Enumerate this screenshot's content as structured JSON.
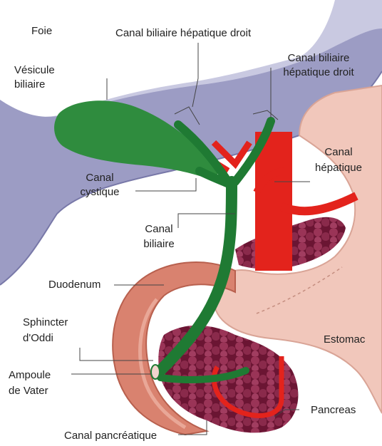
{
  "labels": {
    "foie": "Foie",
    "canal_hepatique_droit_top": "Canal biliaire hépatique droit",
    "vesicule_1": "Vésicule",
    "vesicule_2": "biliaire",
    "canal_hepatique_droit_right_1": "Canal biliaire",
    "canal_hepatique_droit_right_2": "hépatique droit",
    "canal_hepatique_1": "Canal",
    "canal_hepatique_2": "hépatique",
    "canal_cystique_1": "Canal",
    "canal_cystique_2": "cystique",
    "canal_biliaire_1": "Canal",
    "canal_biliaire_2": "biliaire",
    "duodenum": "Duodenum",
    "sphincter_1": "Sphincter",
    "sphincter_2": "d'Oddi",
    "estomac": "Estomac",
    "ampoule_1": "Ampoule",
    "ampoule_2": "de Vater",
    "pancreas": "Pancreas",
    "canal_pancreatique": "Canal pancréatique"
  },
  "colors": {
    "liver": "#9c9cc4",
    "liver_light": "#c9c9e1",
    "gallbladder": "#2f8c3e",
    "bile_duct": "#1f7a33",
    "artery": "#e3231c",
    "duodenum": "#d9826f",
    "stomach": "#f1c7bb",
    "pancreas": "#7a1d3c"
  }
}
